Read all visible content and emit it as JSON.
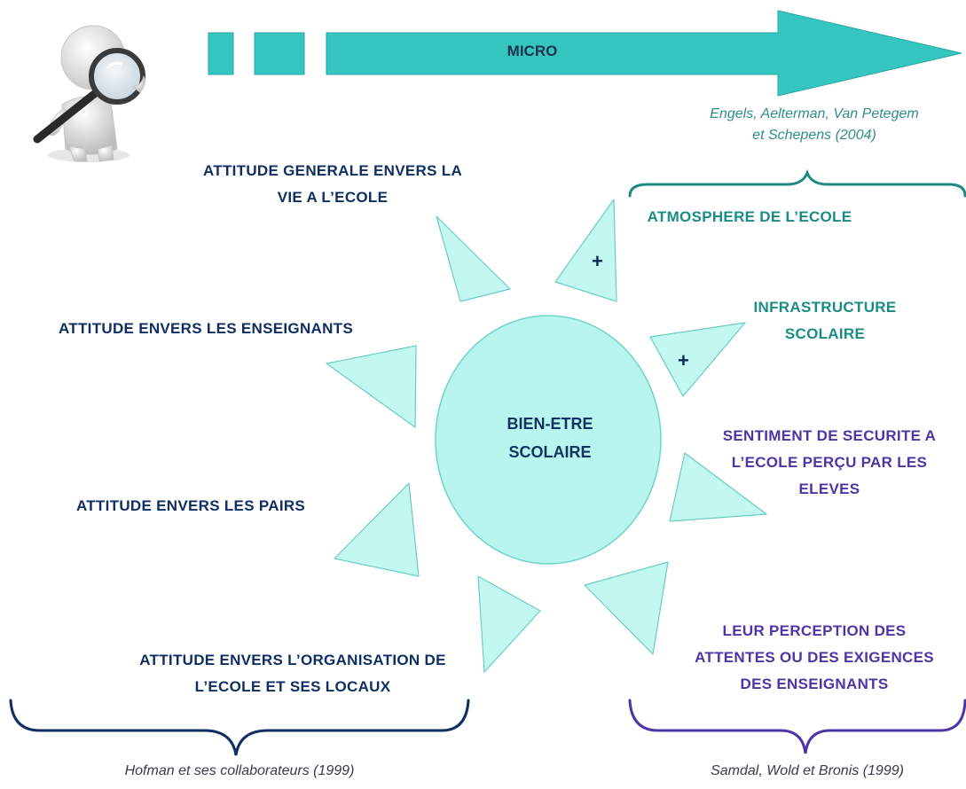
{
  "arrow": {
    "label": "MICRO",
    "fill_color": "#36c6c2"
  },
  "center": {
    "line1": "BIEN-ETRE",
    "line2": "SCOLAIRE",
    "fill_color": "#b8f5ef"
  },
  "left_factors": [
    {
      "line1": "ATTITUDE GENERALE ENVERS LA",
      "line2": "VIE A L’ECOLE"
    },
    {
      "line1": "ATTITUDE ENVERS LES ENSEIGNANTS"
    },
    {
      "line1": "ATTITUDE ENVERS LES PAIRS"
    },
    {
      "line1": "ATTITUDE ENVERS L’ORGANISATION DE",
      "line2": "L’ECOLE ET SES LOCAUX"
    }
  ],
  "right_teal_factors": [
    {
      "line1": "ATMOSPHERE DE L’ECOLE"
    },
    {
      "line1": "INFRASTRUCTURE",
      "line2": "SCOLAIRE"
    }
  ],
  "right_purple_factors": [
    {
      "line1": "SENTIMENT DE SECURITE A",
      "line2": "L’ECOLE PERÇU PAR LES",
      "line3": "ELEVES"
    },
    {
      "line1": "LEUR PERCEPTION DES",
      "line2": "ATTENTES OU DES EXIGENCES",
      "line3": "DES ENSEIGNANTS"
    }
  ],
  "plus_sign": "+",
  "citations": {
    "top_right_line1": "Engels, Aelterman, Van Petegem",
    "top_right_line2": "et Schepens (2004)",
    "bottom_left": "Hofman et ses collaborateurs (1999)",
    "bottom_right": "Samdal, Wold et Bronis (1999)"
  },
  "icons": {
    "figure": "magnifier-person-icon"
  },
  "colors": {
    "navy": "#0f2f62",
    "teal": "#1a8c86",
    "purple": "#4e35a6",
    "triangle_fill": "#c3f7f1"
  }
}
